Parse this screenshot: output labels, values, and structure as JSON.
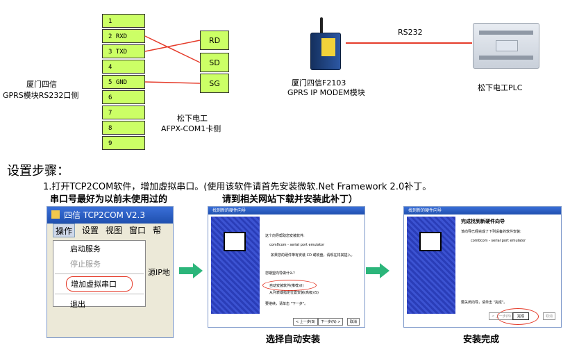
{
  "wiring": {
    "pins": [
      "1",
      "2 RXD",
      "3 TXD",
      "4",
      "5 GND",
      "6",
      "7",
      "8",
      "9"
    ],
    "signals": [
      "RD",
      "SD",
      "SG"
    ],
    "left_label_1": "厦门四信",
    "left_label_2": "GPRS模块RS232口侧",
    "right_label_1": "松下电工",
    "right_label_2": "AFPX-COM1卡侧"
  },
  "devices": {
    "link_label": "RS232",
    "modem_label_1": "厦门四信F2103",
    "modem_label_2": "GPRS IP MODEM模块",
    "plc_label": "松下电工PLC"
  },
  "steps": {
    "title": "设置步骤：",
    "line1": "1.打开TCP2COM软件，增加虚拟串口。(使用该软件请首先安装微软.Net Framework 2.0补丁。",
    "line2a": "串口号最好为以前未使用过的",
    "line2b": "请到相关网站下载并安装此补丁）",
    "caption_mid": "选择自动安装",
    "caption_right": "安装完成"
  },
  "app": {
    "title": "四信 TCP2COM V2.3",
    "menus": [
      "操作",
      "设置",
      "视图",
      "窗口",
      "帮"
    ],
    "menu_items": [
      "启动服务",
      "停止服务",
      "增加虚拟串口",
      "退出"
    ],
    "side_text": "源IP地"
  },
  "wizard1": {
    "title": "找到新的硬件向导",
    "intro": "这个向导帮助您安装软件:",
    "device": "com0com - serial port emulator",
    "note": "如果您的硬件带有安装 CD 或软盘，请现在将其插入。",
    "question": "您期望向导做什么?",
    "opt1": "自动安装软件(推荐)(I)",
    "opt2": "从列表或指定位置安装(高级)(S)",
    "next_hint": "要继续，请单击 \"下一步\"。",
    "btn_back": "< 上一步(B)",
    "btn_next": "下一步(N) >",
    "btn_cancel": "取消"
  },
  "wizard2": {
    "title": "找到新的硬件向导",
    "heading": "完成找到新硬件向导",
    "line1": "该向导已经完成了下列设备的软件安装:",
    "device": "com0com - serial port emulator",
    "close_hint": "要关闭向导，请单击 \"完成\"。",
    "btn_back": "< 上一步(B)",
    "btn_finish": "完成",
    "btn_cancel": "取消"
  }
}
